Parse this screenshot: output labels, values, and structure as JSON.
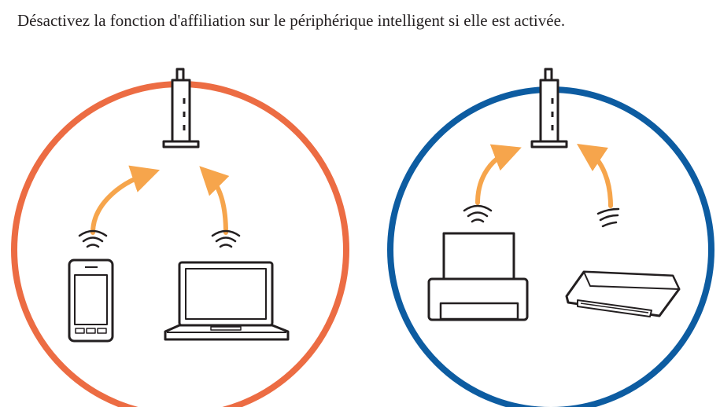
{
  "caption": "Désactivez la fonction d'affiliation sur le périphérique intelligent si elle est activée.",
  "colors": {
    "left_network": "#ec6c43",
    "right_network": "#0d5ca1",
    "signal_arrow": "#f6a54c",
    "device_stroke": "#231f20"
  },
  "networks": [
    {
      "name": "left-network",
      "devices": [
        "access-point",
        "smartphone",
        "laptop"
      ]
    },
    {
      "name": "right-network",
      "devices": [
        "access-point",
        "printer",
        "scanner"
      ]
    }
  ]
}
